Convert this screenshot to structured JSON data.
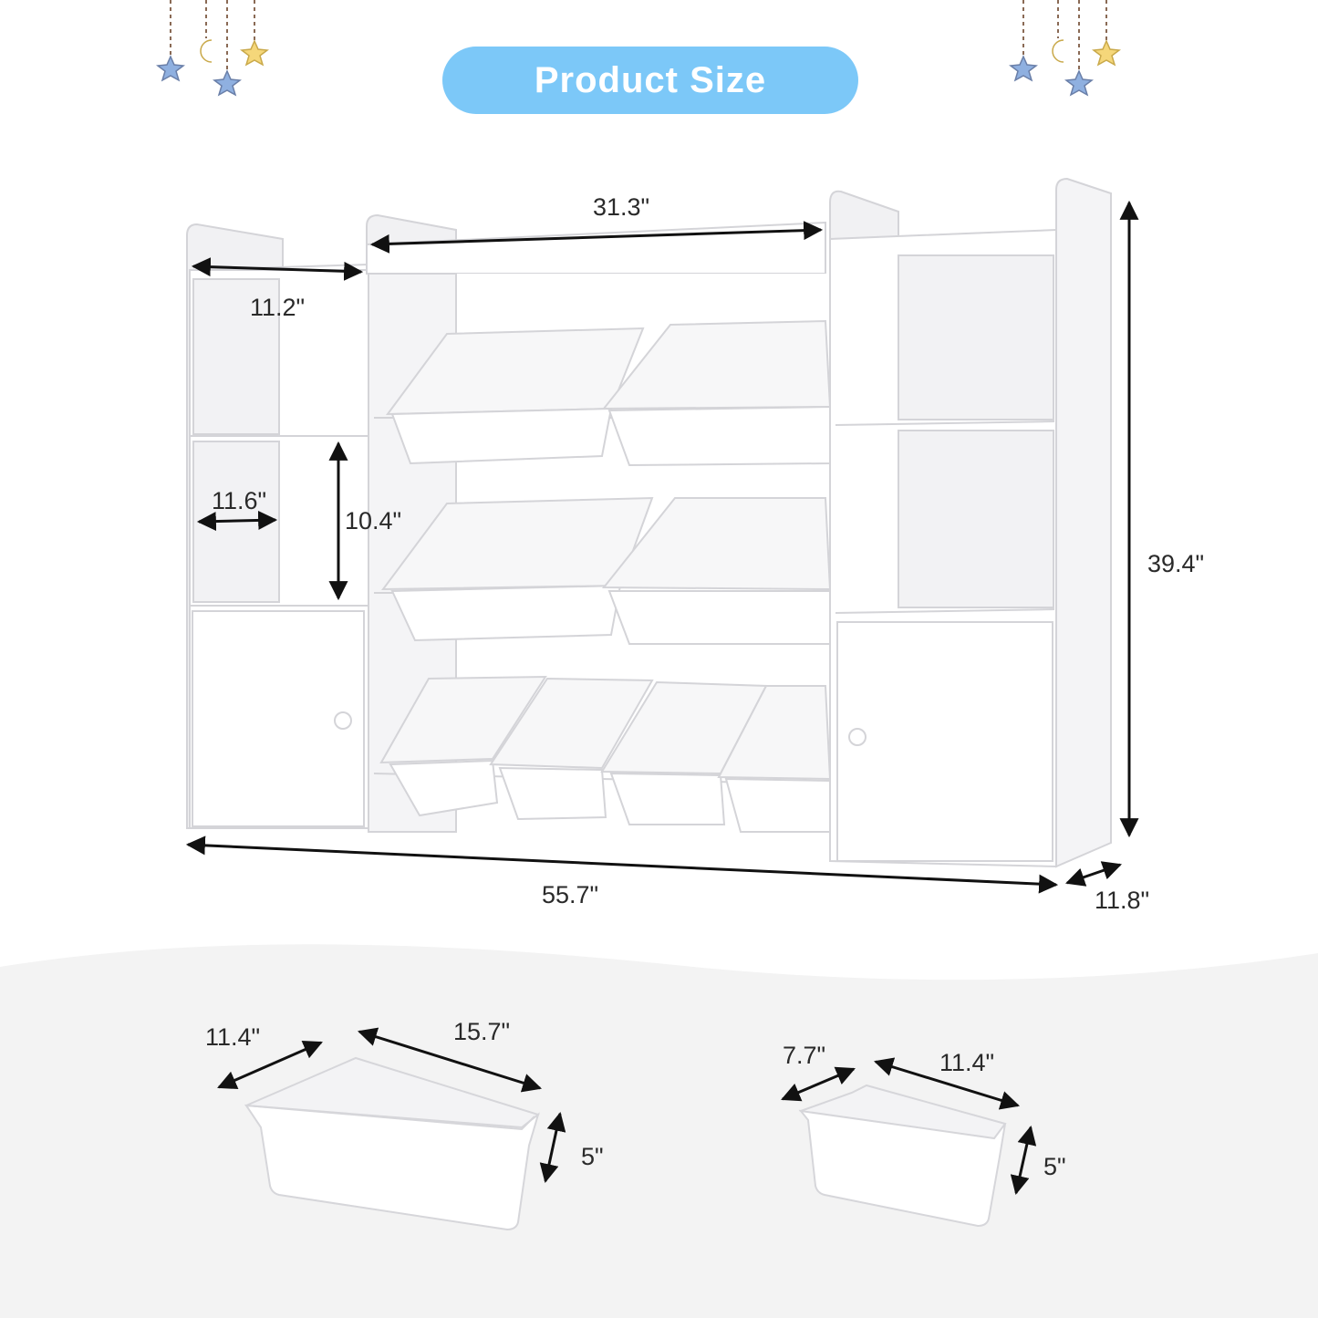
{
  "header": {
    "title": "Product Size"
  },
  "colors": {
    "title_pill": "#7cc8f8",
    "title_text": "#ffffff",
    "furniture": "#ffffff",
    "furniture_shadow": "#e6e6e8",
    "dimension_line": "#111111",
    "floor": "#f3f3f3",
    "star_blue": "#8fb0e0",
    "star_yellow": "#f5d77a",
    "moon": "#f5d77a"
  },
  "decorations": {
    "left_cluster": [
      "star-icon",
      "moon-icon",
      "star-icon",
      "star-icon"
    ],
    "right_cluster": [
      "star-icon",
      "moon-icon",
      "star-icon",
      "star-icon"
    ]
  },
  "organizer": {
    "top_shelf_width": "31.3\"",
    "cubby_top_width": "11.2\"",
    "cubby_inner_width": "11.6\"",
    "cubby_height": "10.4\"",
    "overall_height": "39.4\"",
    "overall_width": "55.7\"",
    "overall_depth": "11.8\""
  },
  "large_bin": {
    "depth": "11.4\"",
    "length": "15.7\"",
    "height": "5\""
  },
  "small_bin": {
    "depth": "7.7\"",
    "length": "11.4\"",
    "height": "5\""
  }
}
